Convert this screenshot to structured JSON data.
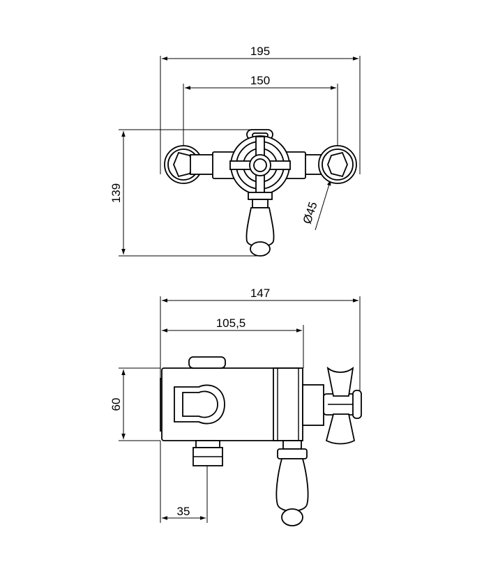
{
  "front_view": {
    "dims": {
      "overall_width": "195",
      "centres": "150",
      "height": "139",
      "flange_diameter": "Ø45"
    }
  },
  "side_view": {
    "dims": {
      "overall_depth": "147",
      "body_depth": "105,5",
      "body_height": "60",
      "outlet_offset": "35"
    }
  }
}
